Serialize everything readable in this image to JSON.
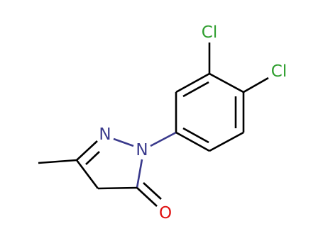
{
  "molecule": {
    "atoms": {
      "cl1": {
        "label": "Cl",
        "color": "#2e9e2e"
      },
      "cl2": {
        "label": "Cl",
        "color": "#2e9e2e"
      },
      "n1": {
        "label": "N",
        "color": "#3a3a8c"
      },
      "n2": {
        "label": "N",
        "color": "#3a3a8c"
      },
      "o": {
        "label": "O",
        "color": "#e01010"
      }
    },
    "colors": {
      "bond": "#000000",
      "nitrogen": "#3a3a8c",
      "chlorine": "#2e9e2e",
      "oxygen": "#e01010"
    }
  }
}
